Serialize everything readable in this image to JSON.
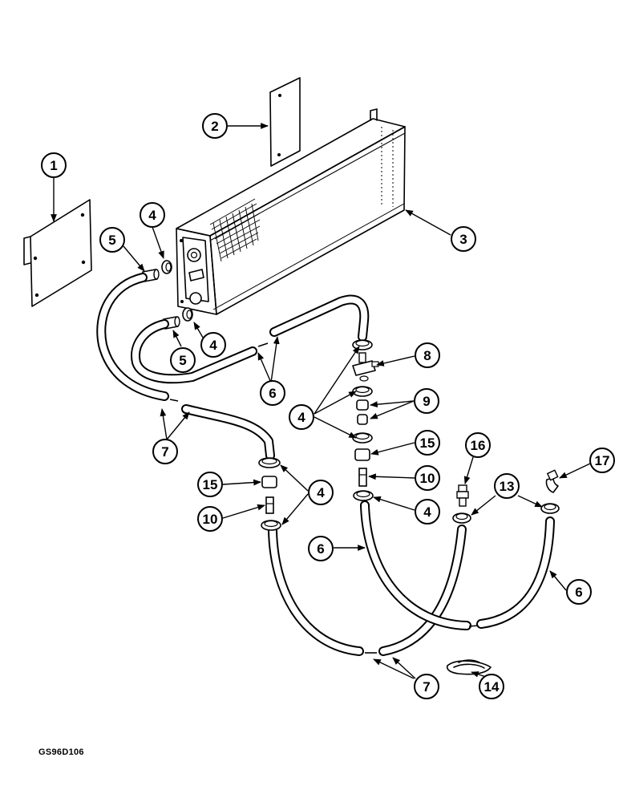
{
  "figure_code": "GS96D106",
  "callouts": {
    "c1": "1",
    "c2": "2",
    "c3": "3",
    "c4a": "4",
    "c4b": "4",
    "c4c": "4",
    "c4d": "4",
    "c4e": "4",
    "c5a": "5",
    "c5b": "5",
    "c6a": "6",
    "c6b": "6",
    "c6c": "6",
    "c7a": "7",
    "c7b": "7",
    "c8": "8",
    "c9": "9",
    "c10a": "10",
    "c10b": "10",
    "c13": "13",
    "c14": "14",
    "c15a": "15",
    "c15b": "15",
    "c16": "16",
    "c17": "17"
  },
  "colors": {
    "ink": "#000000",
    "paper": "#ffffff"
  }
}
